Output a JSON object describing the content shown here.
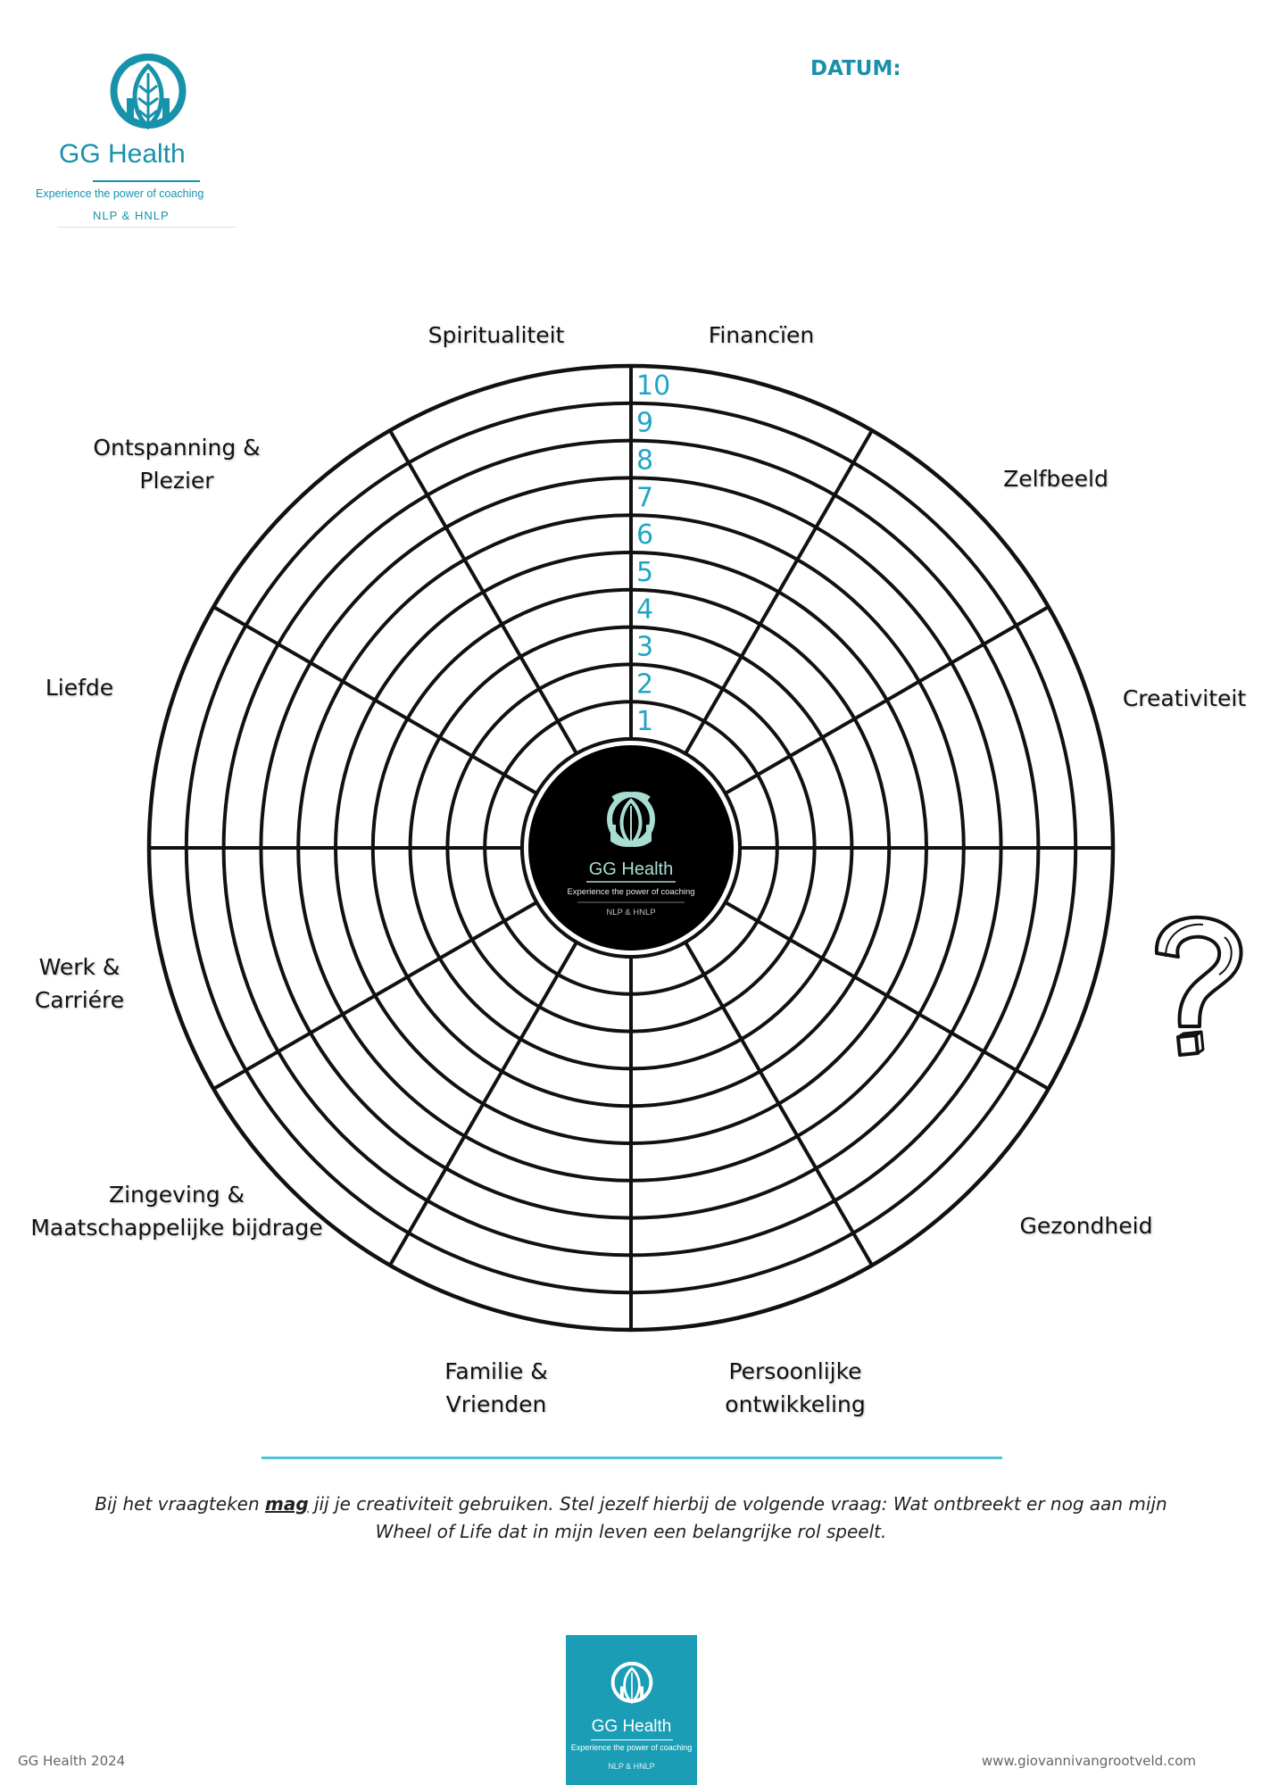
{
  "brand": {
    "name": "GG Health",
    "tagline": "Experience the power of coaching",
    "subtitle": "NLP & HNLP",
    "colors": {
      "teal": "#1792ab",
      "mint": "#a8ddd2",
      "card": "#1a9db5"
    }
  },
  "header": {
    "datum_label": "DATUM:"
  },
  "wheel": {
    "scale": [
      "1",
      "2",
      "3",
      "4",
      "5",
      "6",
      "7",
      "8",
      "9",
      "10"
    ],
    "categories": [
      {
        "lines": [
          "Spiritualiteit"
        ]
      },
      {
        "lines": [
          "Financïen"
        ]
      },
      {
        "lines": [
          "Ontspanning &",
          "Plezier"
        ]
      },
      {
        "lines": [
          "Zelfbeeld"
        ]
      },
      {
        "lines": [
          "Liefde"
        ]
      },
      {
        "lines": [
          "Creativiteit"
        ]
      },
      {
        "lines": [
          "Werk &",
          "Carriére"
        ]
      },
      {
        "lines": [
          "Zingeving &",
          "Maatschappelijke bijdrage"
        ]
      },
      {
        "lines": [
          "Gezondheid"
        ]
      },
      {
        "lines": [
          "Familie &",
          "Vrienden"
        ]
      },
      {
        "lines": [
          "Persoonlijke",
          "ontwikkeling"
        ]
      }
    ],
    "extra_icon": "question-mark-icon"
  },
  "note": {
    "before": "Bij het vraagteken ",
    "emphasis": "mag",
    "after": " jij je creativiteit gebruiken. Stel jezelf hierbij de volgende vraag: Wat ontbreekt er nog aan mijn Wheel of Life dat in mijn leven een belangrijke rol speelt."
  },
  "footer": {
    "left": "GG Health 2024",
    "right": "www.giovannivangrootveld.com"
  }
}
